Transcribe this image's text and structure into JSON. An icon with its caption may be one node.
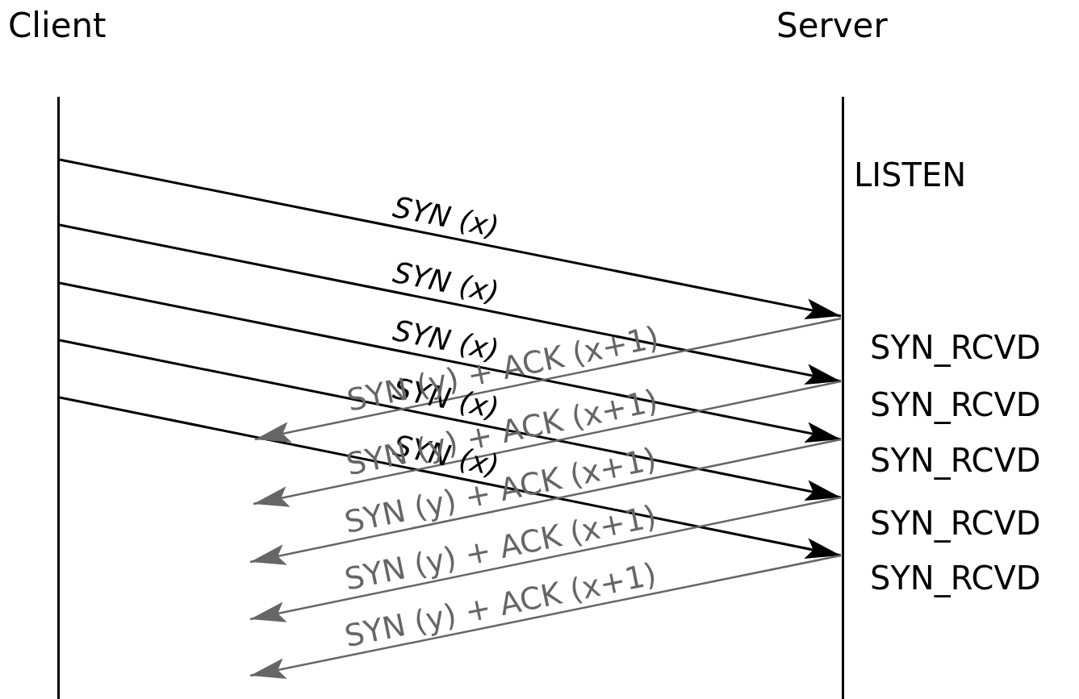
{
  "diagram": {
    "nodes": [
      {
        "text": [],
        "shape": "bar",
        "beside": [
          "Client"
        ]
      },
      {
        "text": [],
        "shape": "bar",
        "beside": [
          "Server"
        ]
      }
    ],
    "edges": [
      {
        "from": 0,
        "to": 1,
        "arrow": "to",
        "label": "SYN (x)"
      },
      {
        "from": 0,
        "to": 1,
        "arrow": "to",
        "label": "SYN (x)"
      },
      {
        "from": 0,
        "to": 1,
        "arrow": "to",
        "label": "SYN (x)"
      },
      {
        "from": 0,
        "to": 1,
        "arrow": "to",
        "label": "SYN (x)"
      },
      {
        "from": 0,
        "to": 1,
        "arrow": "to",
        "label": "SYN (x)"
      },
      {
        "from": 1,
        "to": null,
        "arrow": "to",
        "label": "SYN (y) + ACK (x+1)",
        "color": "#666666"
      },
      {
        "from": 1,
        "to": null,
        "arrow": "to",
        "label": "SYN (y) + ACK (x+1)",
        "color": "#666666"
      },
      {
        "from": 1,
        "to": null,
        "arrow": "to",
        "label": "SYN (y) + ACK (x+1)",
        "color": "#666666"
      },
      {
        "from": 1,
        "to": null,
        "arrow": "to",
        "label": "SYN (y) + ACK (x+1)",
        "color": "#666666"
      },
      {
        "from": 1,
        "to": null,
        "arrow": "to",
        "label": "SYN (y) + ACK (x+1)",
        "color": "#666666"
      }
    ],
    "labels": [
      "LISTEN",
      "SYN_RCVD",
      "SYN_RCVD",
      "SYN_RCVD",
      "SYN_RCVD",
      "SYN_RCVD"
    ]
  }
}
